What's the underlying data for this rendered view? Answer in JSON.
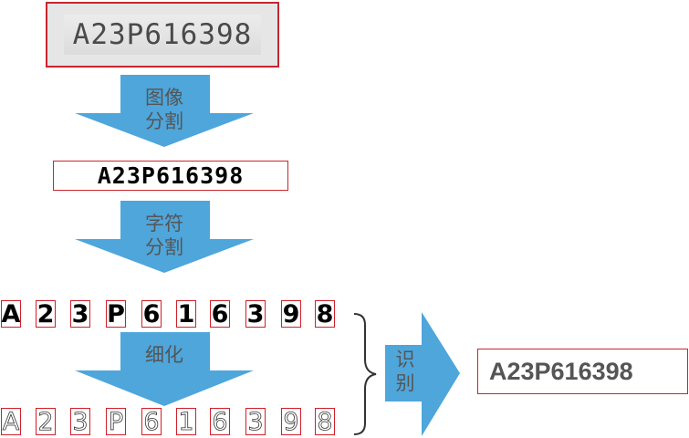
{
  "original_plate": {
    "text": "A23P616398"
  },
  "segmented_plate": {
    "text": "A23P616398"
  },
  "steps": {
    "image_segmentation": [
      "图像",
      "分割"
    ],
    "char_segmentation": [
      "字符",
      "分割"
    ],
    "thinning": [
      "细化"
    ],
    "recognition": [
      "识",
      "别"
    ]
  },
  "characters": [
    "A",
    "2",
    "3",
    "P",
    "6",
    "1",
    "6",
    "3",
    "9",
    "8"
  ],
  "result": {
    "text": "A23P616398"
  },
  "colors": {
    "arrow": "#4ea6db",
    "box_border": "#c8262e",
    "label": "#555555"
  }
}
